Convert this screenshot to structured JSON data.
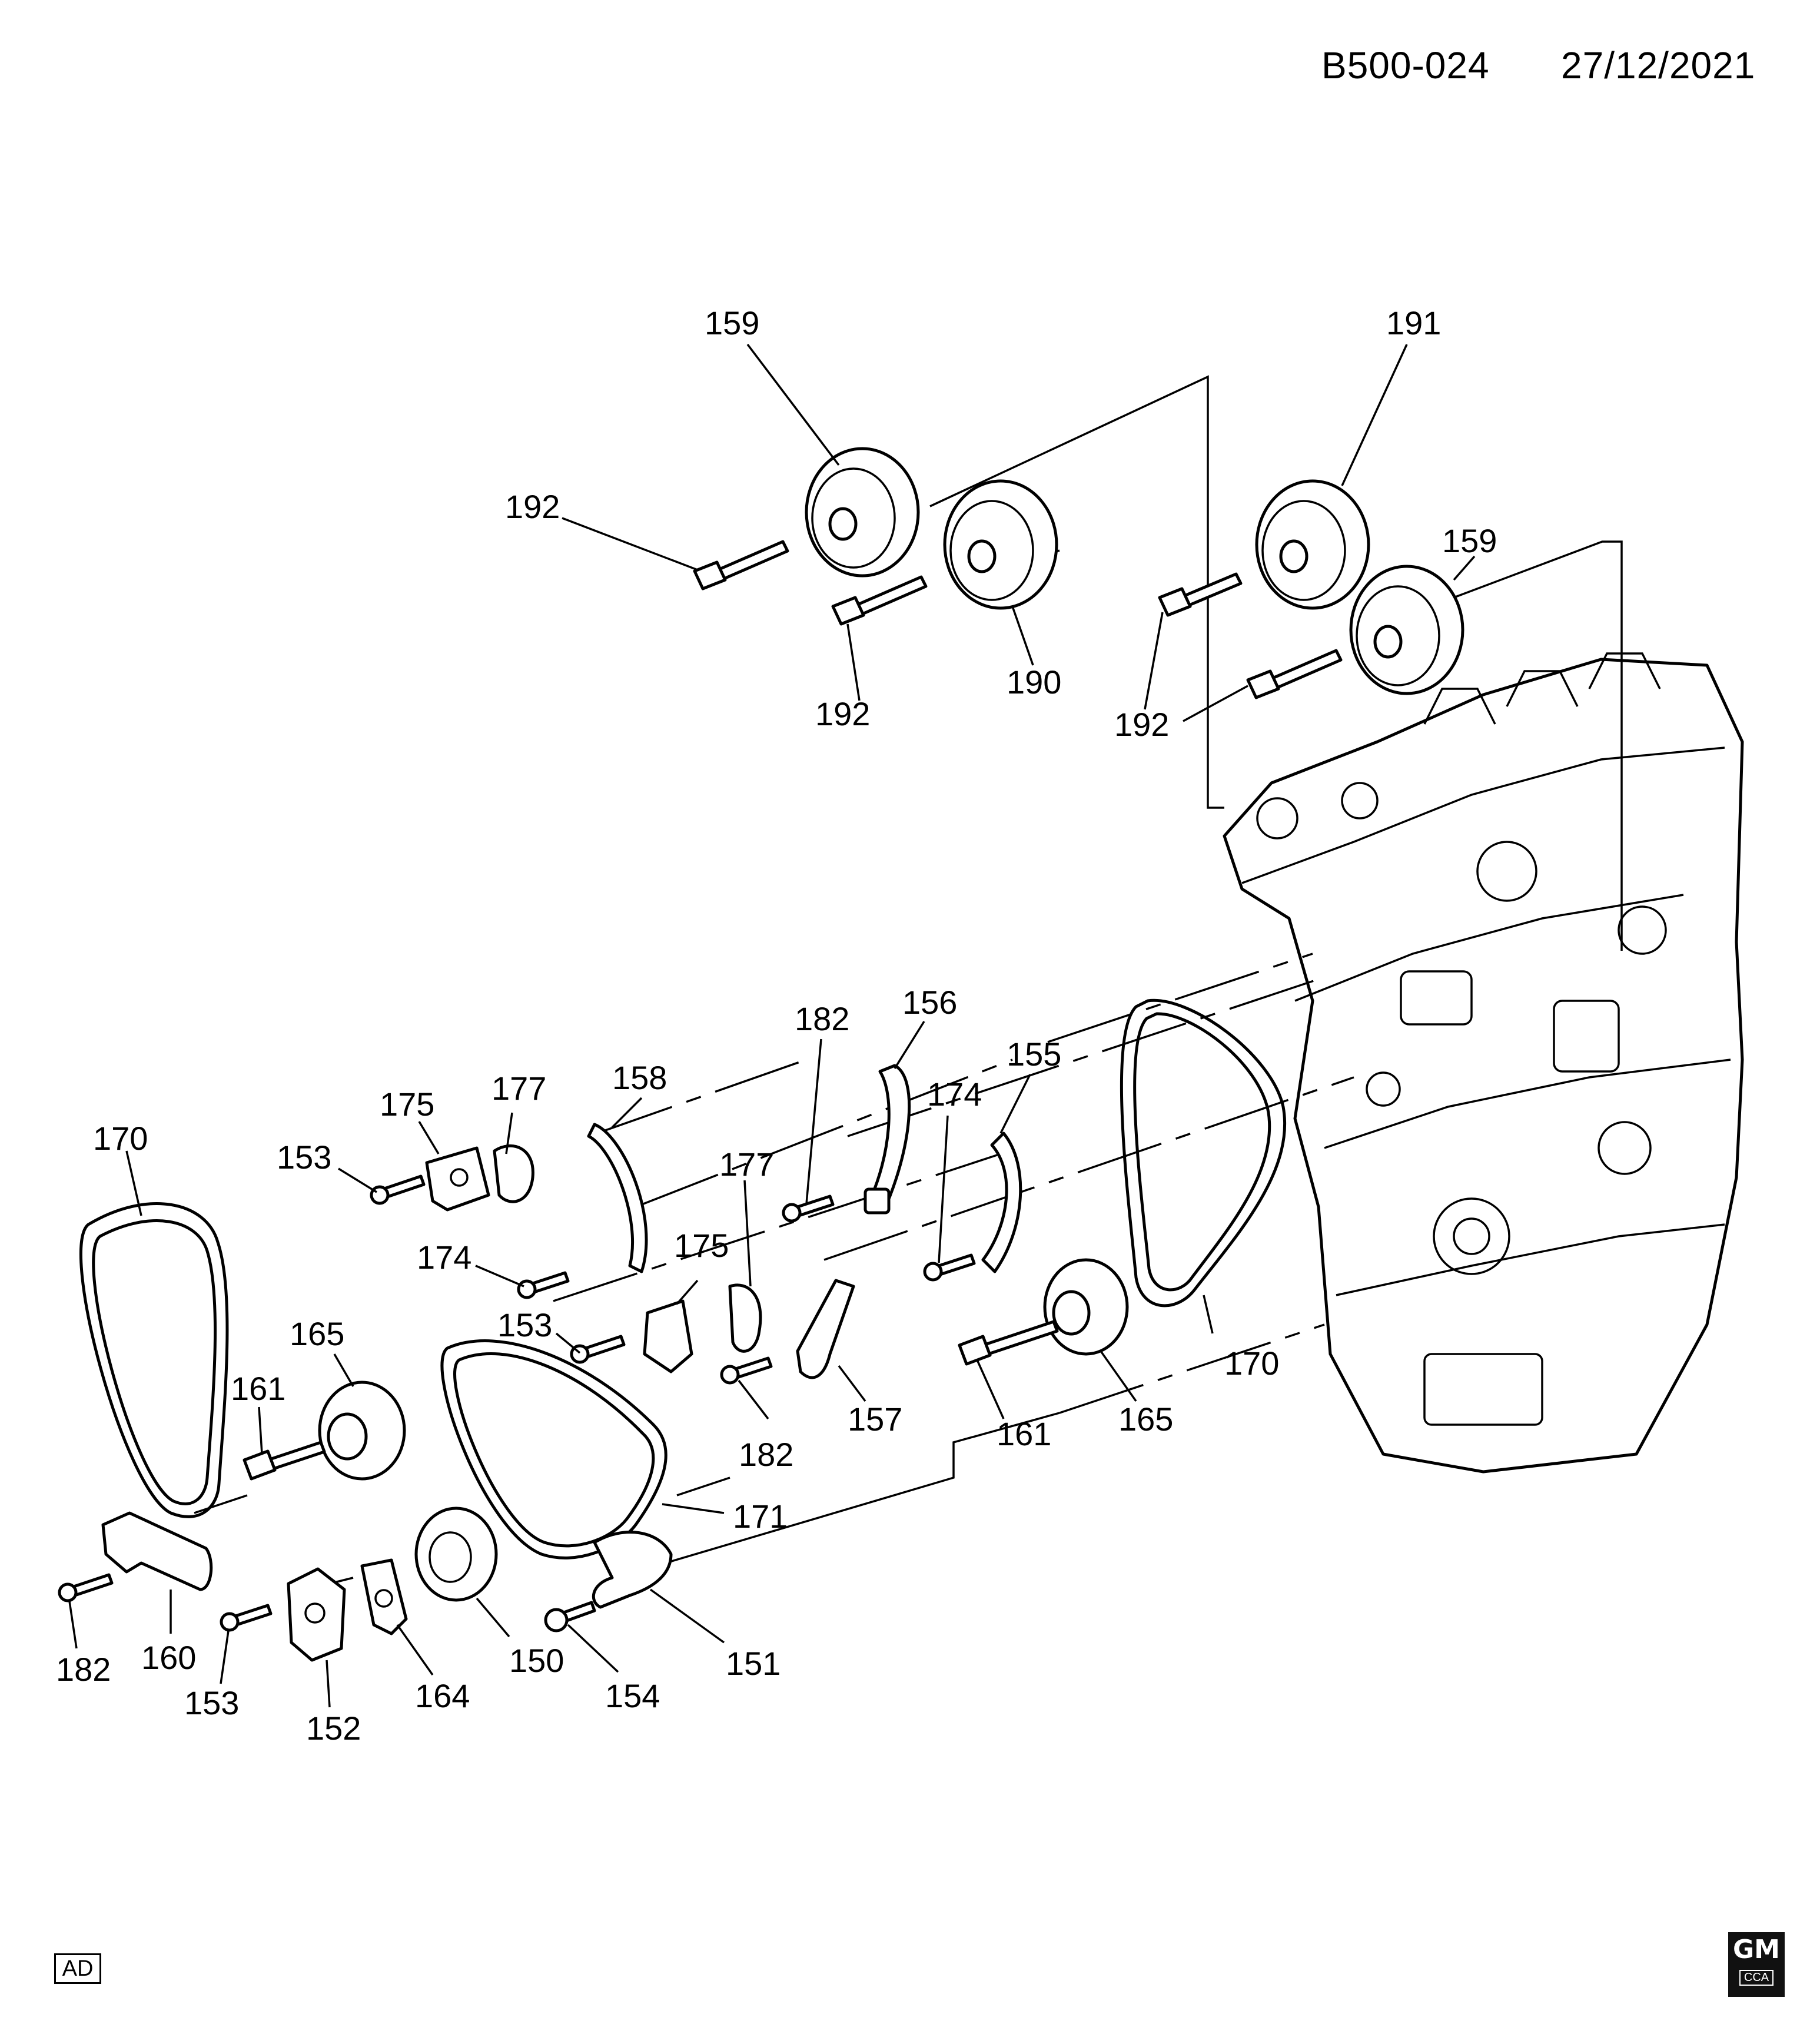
{
  "header": {
    "doc_id": "B500-024",
    "date": "27/12/2021"
  },
  "footer": {
    "ad_code": "AD",
    "logo_text": "GM",
    "logo_sub": "CCA"
  },
  "callouts": [
    {
      "id": "c159a",
      "text": "159"
    },
    {
      "id": "c191",
      "text": "191"
    },
    {
      "id": "c159b",
      "text": "159"
    },
    {
      "id": "c192a",
      "text": "192"
    },
    {
      "id": "c192b",
      "text": "192"
    },
    {
      "id": "c190",
      "text": "190"
    },
    {
      "id": "c192c",
      "text": "192"
    },
    {
      "id": "c182a",
      "text": "182"
    },
    {
      "id": "c156",
      "text": "156"
    },
    {
      "id": "c155",
      "text": "155"
    },
    {
      "id": "c174a",
      "text": "174"
    },
    {
      "id": "c158",
      "text": "158"
    },
    {
      "id": "c177a",
      "text": "177"
    },
    {
      "id": "c175a",
      "text": "175"
    },
    {
      "id": "c153a",
      "text": "153"
    },
    {
      "id": "c174b",
      "text": "174"
    },
    {
      "id": "c170a",
      "text": "170"
    },
    {
      "id": "c177b",
      "text": "177"
    },
    {
      "id": "c175b",
      "text": "175"
    },
    {
      "id": "c153b",
      "text": "153"
    },
    {
      "id": "c165a",
      "text": "165"
    },
    {
      "id": "c161a",
      "text": "161"
    },
    {
      "id": "c157",
      "text": "157"
    },
    {
      "id": "c182b",
      "text": "182"
    },
    {
      "id": "c161b",
      "text": "161"
    },
    {
      "id": "c165b",
      "text": "165"
    },
    {
      "id": "c170b",
      "text": "170"
    },
    {
      "id": "c171",
      "text": "171"
    },
    {
      "id": "c182c",
      "text": "182"
    },
    {
      "id": "c160",
      "text": "160"
    },
    {
      "id": "c153c",
      "text": "153"
    },
    {
      "id": "c152",
      "text": "152"
    },
    {
      "id": "c164",
      "text": "164"
    },
    {
      "id": "c150",
      "text": "150"
    },
    {
      "id": "c154",
      "text": "154"
    },
    {
      "id": "c151",
      "text": "151"
    }
  ]
}
